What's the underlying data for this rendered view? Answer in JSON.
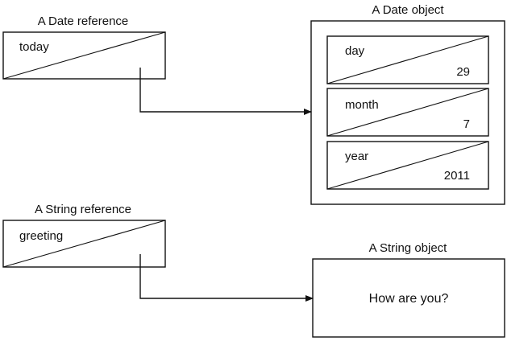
{
  "date_reference": {
    "caption": "A Date reference",
    "variable": "today"
  },
  "date_object": {
    "caption": "A Date object",
    "fields": [
      {
        "name": "day",
        "value": "29"
      },
      {
        "name": "month",
        "value": "7"
      },
      {
        "name": "year",
        "value": "2011"
      }
    ]
  },
  "string_reference": {
    "caption": "A String reference",
    "variable": "greeting"
  },
  "string_object": {
    "caption": "A String object",
    "content": "How are you?"
  }
}
